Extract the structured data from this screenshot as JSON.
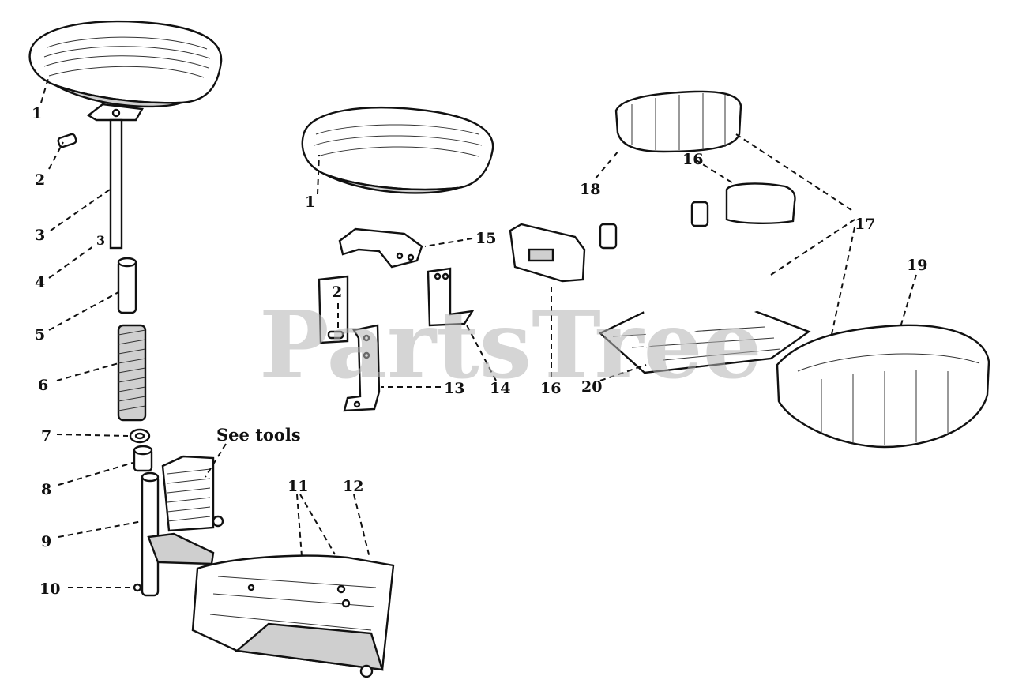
{
  "watermark": "PartsTree",
  "note": "See tools",
  "callouts": [
    {
      "id": "c-1a",
      "text": "1"
    },
    {
      "id": "c-1b",
      "text": "1"
    },
    {
      "id": "c-2a",
      "text": "2"
    },
    {
      "id": "c-2b",
      "text": "2"
    },
    {
      "id": "c-3",
      "text": "3"
    },
    {
      "id": "c-3s",
      "text": "3"
    },
    {
      "id": "c-4",
      "text": "4"
    },
    {
      "id": "c-5",
      "text": "5"
    },
    {
      "id": "c-6",
      "text": "6"
    },
    {
      "id": "c-7",
      "text": "7"
    },
    {
      "id": "c-8",
      "text": "8"
    },
    {
      "id": "c-9",
      "text": "9"
    },
    {
      "id": "c-10",
      "text": "10"
    },
    {
      "id": "c-11",
      "text": "11"
    },
    {
      "id": "c-12",
      "text": "12"
    },
    {
      "id": "c-13",
      "text": "13"
    },
    {
      "id": "c-14",
      "text": "14"
    },
    {
      "id": "c-15",
      "text": "15"
    },
    {
      "id": "c-16a",
      "text": "16"
    },
    {
      "id": "c-16b",
      "text": "16"
    },
    {
      "id": "c-17",
      "text": "17"
    },
    {
      "id": "c-18",
      "text": "18"
    },
    {
      "id": "c-19",
      "text": "19"
    },
    {
      "id": "c-20",
      "text": "20"
    }
  ]
}
